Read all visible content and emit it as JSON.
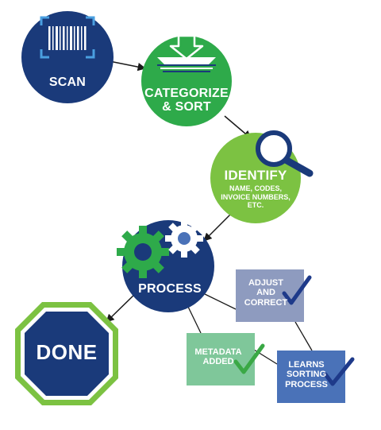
{
  "steps": {
    "scan": {
      "label": "SCAN"
    },
    "categorize": {
      "line1": "CATEGORIZE",
      "line2": "& SORT"
    },
    "identify": {
      "title": "IDENTIFY",
      "detail1": "NAME, CODES,",
      "detail2": "INVOICE NUMBERS,",
      "detail3": "ETC."
    },
    "process": {
      "label": "PROCESS"
    },
    "done": {
      "label": "DONE"
    }
  },
  "sub_steps": {
    "adjust": {
      "line1": "ADJUST",
      "line2": "AND",
      "line3": "CORRECT"
    },
    "metadata": {
      "line1": "METADATA",
      "line2": "ADDED"
    },
    "learns": {
      "line1": "LEARNS",
      "line2": "SORTING",
      "line3": "PROCESS"
    }
  },
  "icons": [
    "barcode-icon",
    "tray-download-icon",
    "magnifier-icon",
    "gears-icon",
    "checkmark-icon"
  ],
  "colors": {
    "navy": "#1a3a7a",
    "green": "#2eaa4a",
    "light_green": "#7cc242",
    "box_slate": "#8e9bbf",
    "box_mint": "#7fc79a",
    "box_blue": "#4a72b8",
    "check_navy": "#1e3a8a",
    "check_green": "#3aa845"
  }
}
